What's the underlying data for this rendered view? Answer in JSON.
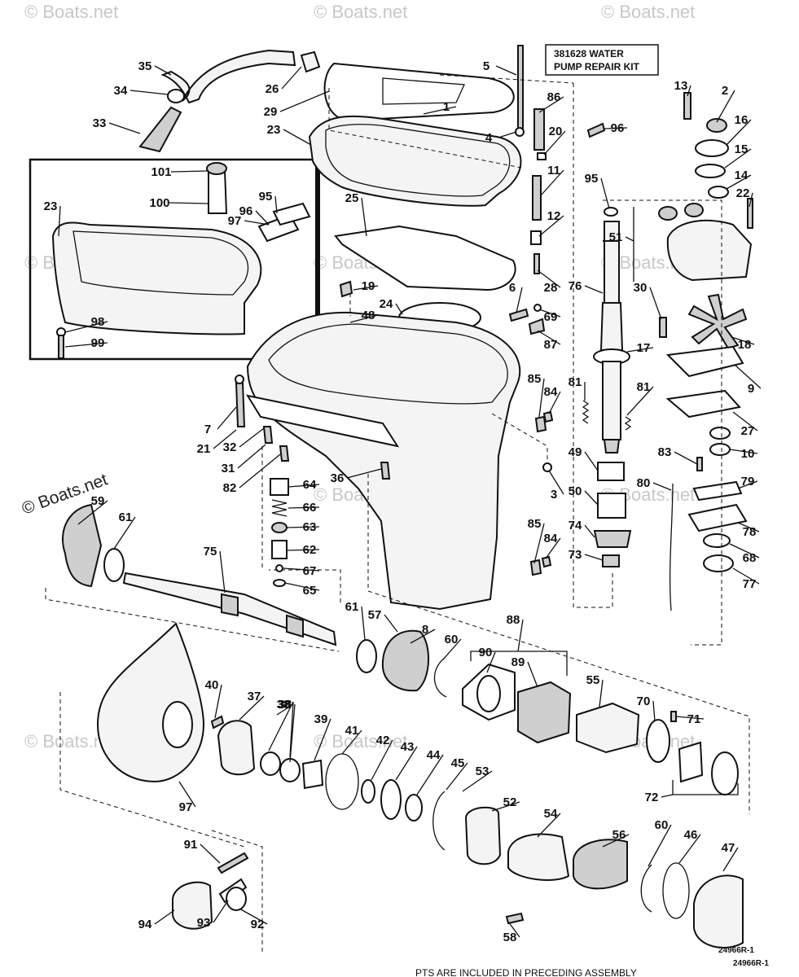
{
  "kit_box": {
    "line1": "381628 WATER",
    "line2": "PUMP REPAIR KIT"
  },
  "watermark": {
    "small": "© Boats.net",
    "large": "© Boats.net"
  },
  "figure_codes": {
    "main": "24966R-1",
    "small": "24966R-1"
  },
  "footnote": "PTS ARE INCLUDED IN PRECEDING ASSEMBLY",
  "callouts": [
    "1",
    "2",
    "3",
    "4",
    "5",
    "6",
    "7",
    "8",
    "9",
    "10",
    "11",
    "12",
    "13",
    "14",
    "15",
    "16",
    "17",
    "18",
    "19",
    "20",
    "21",
    "22",
    "23",
    "24",
    "25",
    "26",
    "27",
    "28",
    "29",
    "30",
    "31",
    "32",
    "33",
    "34",
    "35",
    "36",
    "37",
    "38",
    "39",
    "40",
    "41",
    "42",
    "43",
    "44",
    "45",
    "46",
    "47",
    "48",
    "49",
    "50",
    "51",
    "52",
    "53",
    "54",
    "55",
    "56",
    "57",
    "58",
    "59",
    "60",
    "61",
    "62",
    "63",
    "64",
    "65",
    "66",
    "67",
    "68",
    "69",
    "70",
    "71",
    "72",
    "73",
    "74",
    "75",
    "76",
    "77",
    "78",
    "79",
    "80",
    "81",
    "82",
    "83",
    "84",
    "85",
    "86",
    "87",
    "88",
    "89",
    "90",
    "91",
    "92",
    "93",
    "94",
    "95",
    "96",
    "97",
    "98",
    "99",
    "100",
    "101"
  ]
}
